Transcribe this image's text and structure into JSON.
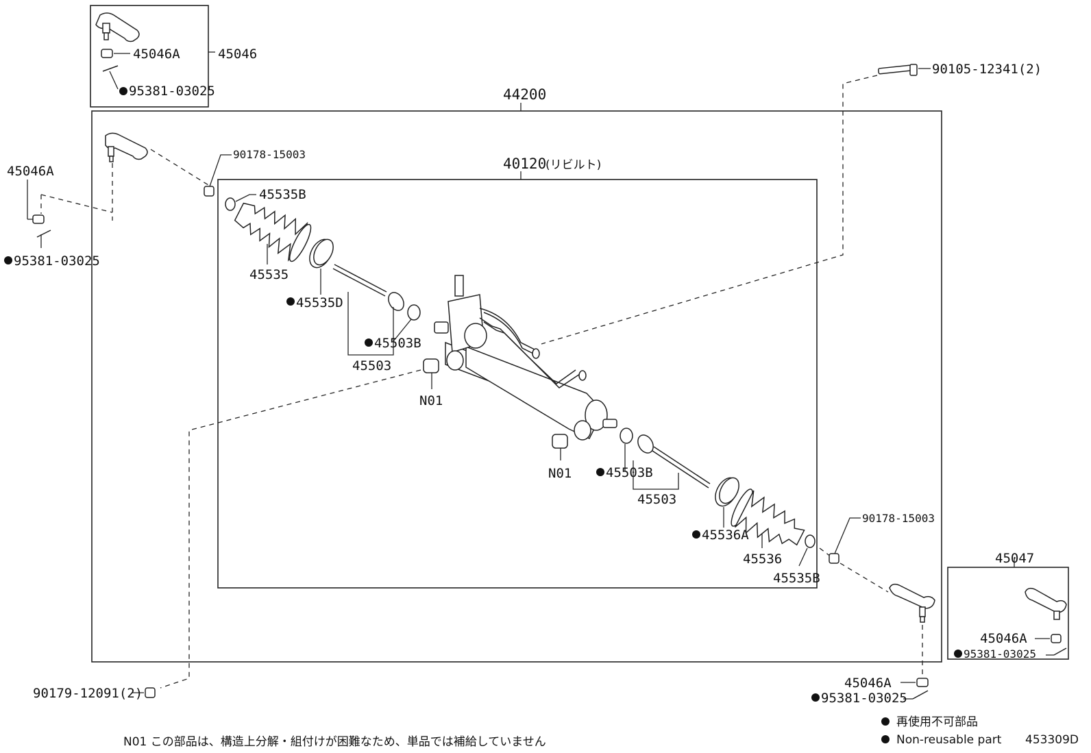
{
  "labels": {
    "top_box_nut": "45046A",
    "top_box_pin": "95381-03025",
    "top_box_assy": "45046",
    "rack_assy": "44200",
    "rebuilt_assy": "40120",
    "rebuilt_note": "(リビルト)",
    "upper_bolt": "90105-12341(2)",
    "left_nut": "45046A",
    "left_pin": "95381-03025",
    "left_washer": "90178-15003",
    "left_clip": "45535B",
    "left_boot": "45535",
    "left_band": "45535D",
    "left_washer_inner": "45503B",
    "left_tie_rod": "45503",
    "left_bushing": "N01",
    "right_bushing": "N01",
    "right_washer_inner": "45503B",
    "right_tie_rod": "45503",
    "right_band": "45536A",
    "right_boot": "45536",
    "right_clip": "45535B",
    "right_washer": "90178-15003",
    "right_box_assy": "45047",
    "right_box_nut": "45046A",
    "right_box_pin": "95381-03025",
    "lower_nut": "45046A",
    "lower_pin": "95381-03025",
    "lower_bolt": "90179-12091(2)"
  },
  "footer": {
    "note": "N01 この部品は、構造上分解・組付けが困難なため、単品では補給していません",
    "legend_jp": "再使用不可部品",
    "legend_en": "Non-reusable part",
    "diagram_id": "453309D"
  }
}
